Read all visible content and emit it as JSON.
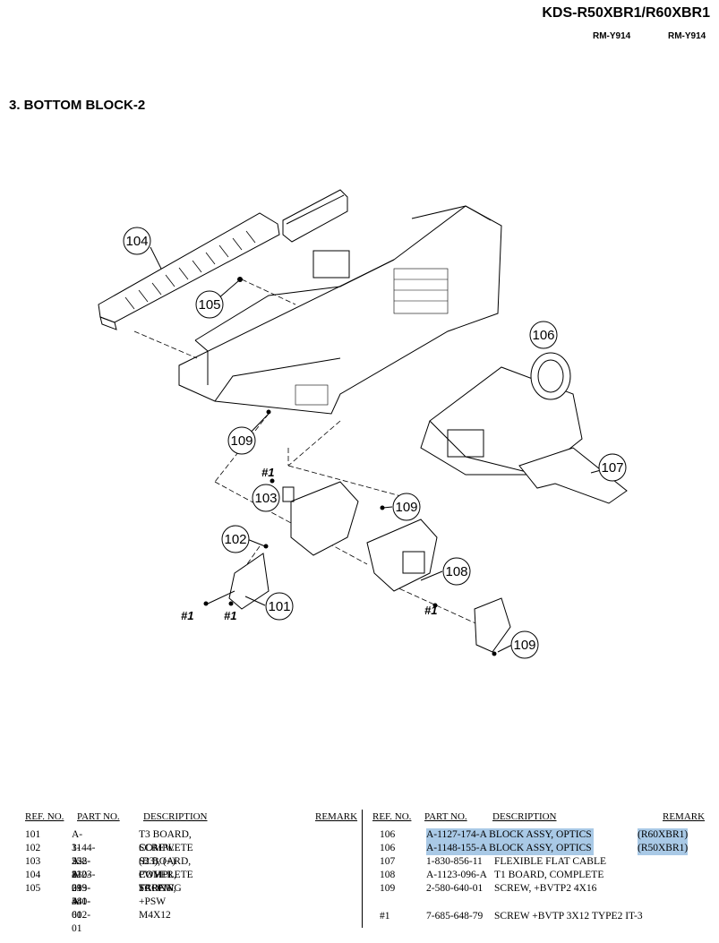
{
  "header": {
    "model": "KDS-R50XBR1/R60XBR1",
    "remote_left": "RM-Y914",
    "remote_right": "RM-Y914"
  },
  "section_title": "3. BOTTOM BLOCK-2",
  "diagram": {
    "callouts": [
      "104",
      "105",
      "106",
      "107",
      "109",
      "103",
      "109",
      "102",
      "108",
      "101",
      "109"
    ],
    "screw_marks": [
      "#1",
      "#1",
      "#1",
      "#1"
    ]
  },
  "table": {
    "headers": {
      "ref": "REF. NO.",
      "part": "PART NO.",
      "desc": "DESCRIPTION",
      "remark": "REMARK"
    },
    "left_rows": [
      {
        "ref": "101",
        "part": "A-1144-528-A",
        "desc": "T3 BOARD, COMPLETE",
        "remark": ""
      },
      {
        "ref": "102",
        "part": "3-252-830-01",
        "desc": "SCREW (B3), (+) PWH TAPPING",
        "remark": ""
      },
      {
        "ref": "103",
        "part": "A-1123-099-A",
        "desc": "S2 BOARD, COMPLETE",
        "remark": ""
      },
      {
        "ref": "104",
        "part": "2-633-441-01",
        "desc": "COVER, FRONT",
        "remark": ""
      },
      {
        "ref": "105",
        "part": "2-580-602-01",
        "desc": "SCREW, +PSW M4X12",
        "remark": ""
      }
    ],
    "right_rows": [
      {
        "ref": "106",
        "part": "A-1127-174-A",
        "desc": "BLOCK ASSY, OPTICS",
        "remark": "(R60XBR1)",
        "highlight": true
      },
      {
        "ref": "106",
        "part": "A-1148-155-A",
        "desc": "BLOCK ASSY, OPTICS",
        "remark": "(R50XBR1)",
        "highlight": true
      },
      {
        "ref": "107",
        "part": "1-830-856-11",
        "desc": "FLEXIBLE FLAT CABLE",
        "remark": "",
        "highlight": false
      },
      {
        "ref": "108",
        "part": "A-1123-096-A",
        "desc": "T1 BOARD, COMPLETE",
        "remark": "",
        "highlight": false
      },
      {
        "ref": "109",
        "part": "2-580-640-01",
        "desc": "SCREW, +BVTP2 4X16",
        "remark": "",
        "highlight": false
      }
    ],
    "footnote": {
      "ref": "#1",
      "part": "7-685-648-79",
      "desc": "SCREW +BVTP 3X12 TYPE2 IT-3"
    }
  }
}
